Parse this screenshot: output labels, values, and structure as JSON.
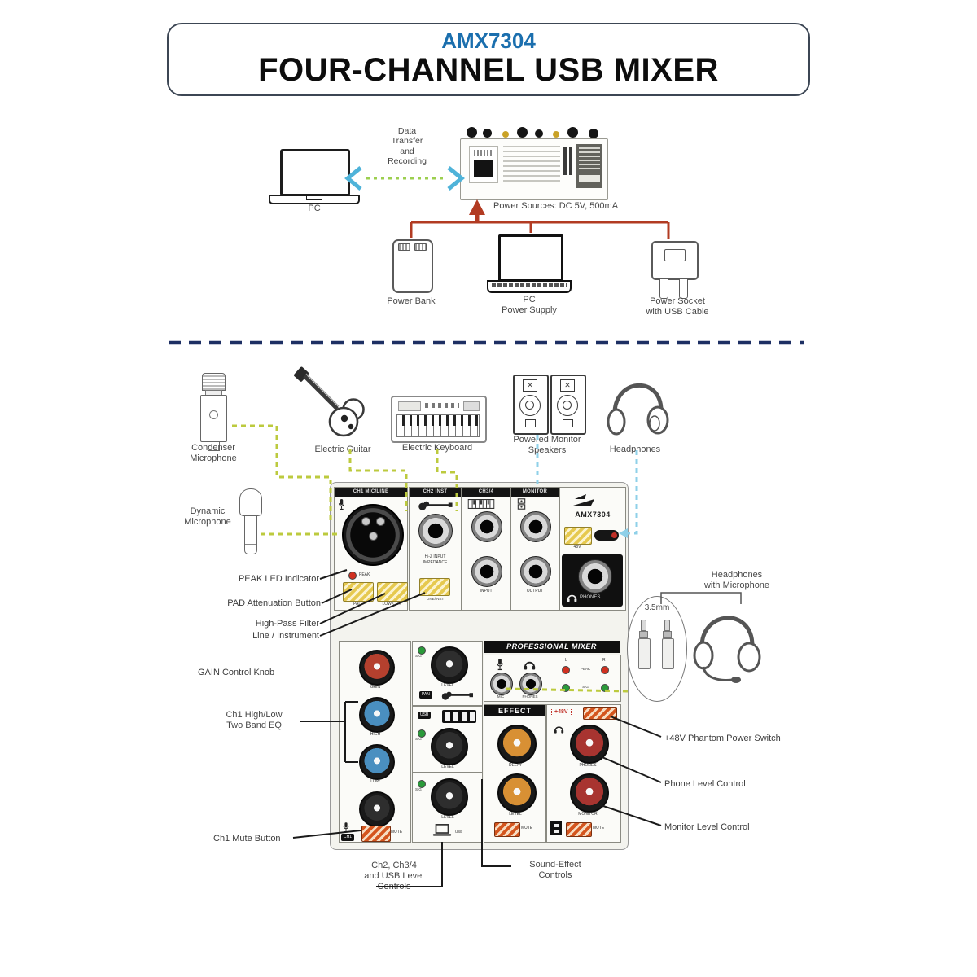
{
  "title": {
    "model": "AMX7304",
    "product": "FOUR-CHANNEL USB MIXER"
  },
  "top": {
    "data_transfer_lines": [
      "Data",
      "Transfer",
      "and",
      "Recording"
    ],
    "pc_label": "PC",
    "power_sources": "Power Sources: DC 5V, 500mA",
    "power_bank": "Power Bank",
    "pc_power_supply_lines": [
      "PC",
      "Power Supply"
    ],
    "power_socket_lines": [
      "Power Socket",
      "with USB Cable"
    ]
  },
  "instruments": {
    "condenser_lines": [
      "Condenser",
      "Microphone"
    ],
    "dynamic_lines": [
      "Dynamic",
      "Microphone"
    ],
    "guitar": "Electric Guitar",
    "keyboard": "Electric Keyboard",
    "speakers_lines": [
      "Powered Monitor",
      "Speakers"
    ],
    "headphones": "Headphones"
  },
  "mixer": {
    "brand": "AMX7304",
    "strip_headers": [
      "CH1 MIC/LINE",
      "CH2 INST",
      "CH3/4",
      "MONITOR"
    ],
    "labels": {
      "peak": "PEAK",
      "pad": "PAD",
      "low_cut": "LOW CUT",
      "hi_z": "Hi-Z INPUT IMPEDANCE",
      "line_inst": "LINE/INST",
      "input": "INPUT",
      "output": "OUTPUT",
      "phones": "PHONES",
      "v48": "48V",
      "plus48": "+48V",
      "gain": "GAIN",
      "high": "HIGH",
      "low": "LOW",
      "level": "LEVEL",
      "mute": "MUTE",
      "ch1": "CH1",
      "sig": "SIG",
      "pan": "PAN",
      "usb": "USB",
      "mic": "MIC",
      "l": "L",
      "r": "R",
      "pro_mixer": "PROFESSIONAL MIXER",
      "effect": "EFFECT",
      "delay": "DELAY",
      "monitor": "MONITOR"
    }
  },
  "callouts": {
    "peak_led": "PEAK LED Indicator",
    "pad": "PAD Attenuation Button",
    "hpf": "High-Pass Filter",
    "line_inst": "Line / Instrument",
    "gain": "GAIN Control Knob",
    "eq_lines": [
      "Ch1 High/Low",
      "Two Band EQ"
    ],
    "ch1_mute": "Ch1 Mute Button",
    "ch2_levels_lines": [
      "Ch2, Ch3/4",
      "and USB Level",
      "Controls"
    ],
    "sound_effect_lines": [
      "Sound-Effect",
      "Controls"
    ],
    "headset_lines": [
      "Headphones",
      "with Microphone"
    ],
    "jack_size": "3.5mm",
    "phantom": "+48V Phantom Power Switch",
    "phone_level": "Phone Level Control",
    "monitor_level": "Monitor Level Control"
  },
  "colors": {
    "title_blue": "#1b6fae",
    "power_red": "#b23b22",
    "divider_navy": "#1d2f63",
    "dash_yellow": "#bcca3e",
    "dash_blue": "#8fd0e8",
    "knob_red": "#b5402e",
    "knob_blue": "#4a8fc0",
    "knob_amber": "#d89034",
    "knob_dark_red": "#a83430",
    "button_gold": "#e6c94f",
    "button_orange": "#d4551e",
    "led_red": "#d03020",
    "led_green": "#2a9a3a"
  }
}
